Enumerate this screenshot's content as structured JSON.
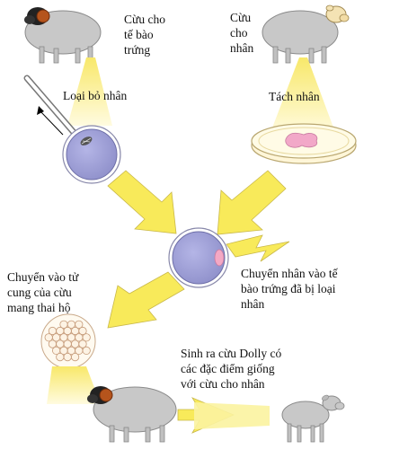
{
  "labels": {
    "egg_donor": [
      "Cừu cho",
      "tế bào",
      "trứng"
    ],
    "nucleus_donor": [
      "Cừu",
      "cho",
      "nhân"
    ],
    "remove_nucleus": "Loại bỏ nhân",
    "extract_nucleus": "Tách nhân",
    "transfer_nucleus": [
      "Chuyển nhân vào tế",
      "bào trứng đã bị loại",
      "nhân"
    ],
    "implant": [
      "Chuyển vào tử",
      "cung của cừu",
      "mang thai hộ"
    ],
    "birth": [
      "Sinh ra cừu Dolly có",
      "các đặc điểm giống",
      "với cừu cho nhân"
    ]
  },
  "colors": {
    "arrow_yellow": "#f8ea5a",
    "beam_yellow": "#fbf3a0",
    "sheep_body": "#c8c8c8",
    "egg_cell": "#a3a4d9",
    "petri_nucleus": "#f2a8c8"
  }
}
